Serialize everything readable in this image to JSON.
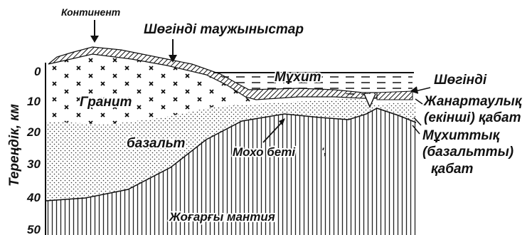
{
  "diagram": {
    "axis_label": "Тереңдік, км",
    "depth_ticks": [
      "0",
      "10",
      "20",
      "30",
      "40",
      "50"
    ],
    "labels": {
      "continent": "Континент",
      "sedimentary_rocks": "Шөгінді таужыныстар",
      "ocean": "Мұхит",
      "granite": "Гранит",
      "basalt": "базальт",
      "moho": "Мохо беті",
      "moho_mark": "',",
      "upper_mantle": "Жоғарғы мантия",
      "sediment": "Шөгінді",
      "volcanic_layer_1": "Жанартаулық",
      "volcanic_layer_2": "(екінші) қабат",
      "oceanic_layer_1": "Мұхиттық",
      "oceanic_layer_2": "(базальтты)",
      "oceanic_layer_3": "қабат"
    },
    "icons": {
      "pointer": "arrow-icon",
      "granite_texture": "cross-pattern",
      "basalt_texture": "dot-pattern",
      "mantle_texture": "vertical-lines-pattern",
      "sediment_texture": "diagonal-hatch-pattern",
      "ocean_texture": "dash-pattern"
    }
  }
}
